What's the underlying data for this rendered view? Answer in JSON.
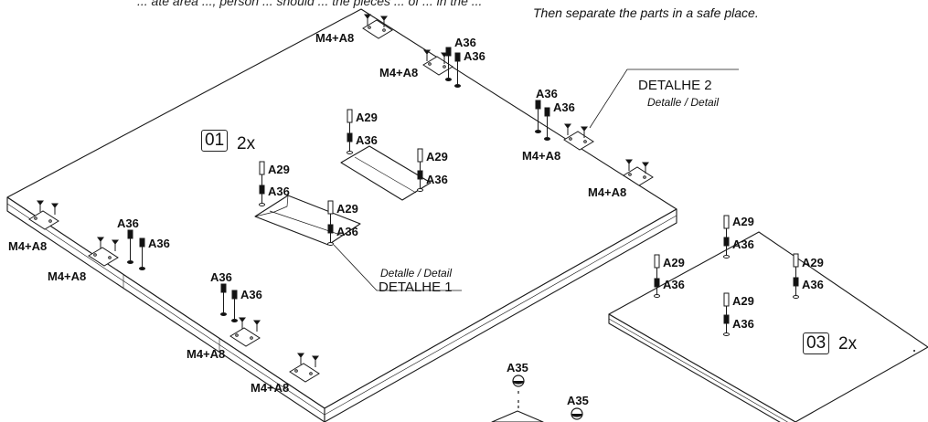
{
  "header": {
    "line1": "... ate area ..., person ... should ... the pieces ... of ... in the ...",
    "line2": "Then separate the parts in a safe place."
  },
  "panels": [
    {
      "id": "01",
      "quantity": "2x"
    },
    {
      "id": "03",
      "quantity": "2x"
    }
  ],
  "labels": {
    "m4a8": "M4+A8",
    "a36": "A36",
    "a29": "A29",
    "a35": "A35"
  },
  "details": {
    "detail1_small": "Detalle / Detail",
    "detail1_big": "DETALHE 1",
    "detail2_big": "DETALHE 2",
    "detail2_small": "Detalle / Detail"
  },
  "colors": {
    "line": "#1a1a1a",
    "fill": "#ffffff",
    "edge": "#f2f2f2"
  }
}
